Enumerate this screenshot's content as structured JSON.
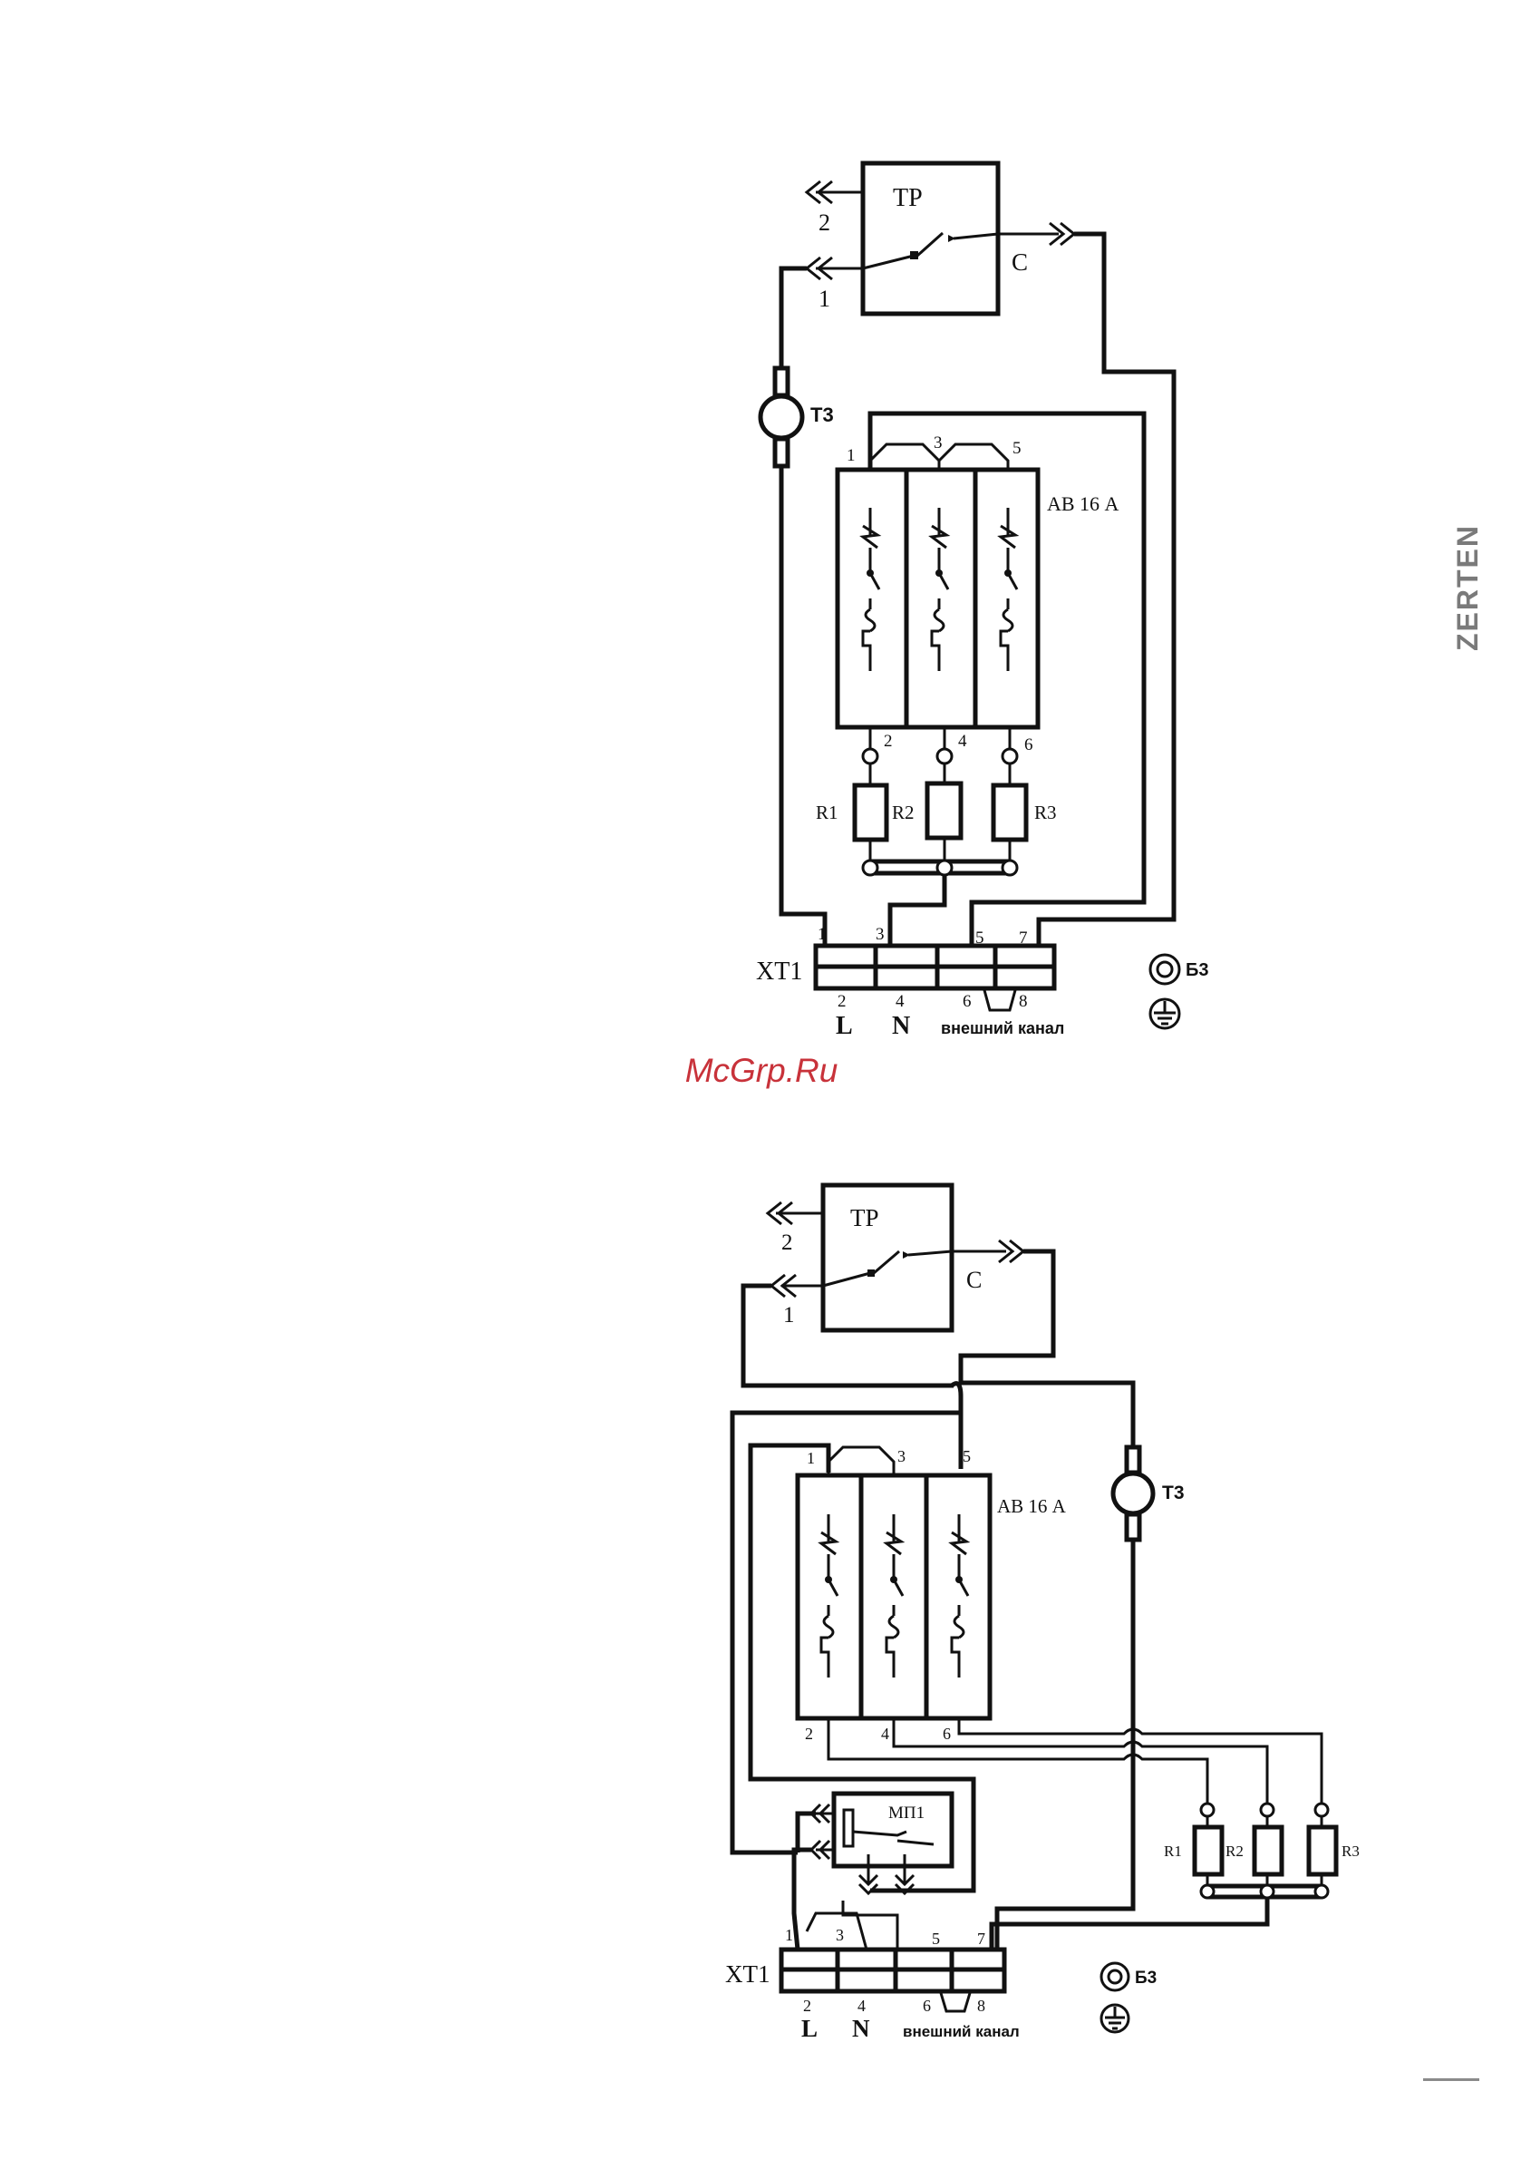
{
  "brand": "ZERTEN",
  "watermark": "McGrp.Ru",
  "diagram_top": {
    "thermostat_label": "ТР",
    "pin_1": "1",
    "pin_2": "2",
    "pin_c": "С",
    "thermal_fuse": "Т3",
    "breaker_label": "АВ 16 А",
    "breaker_in": [
      "1",
      "3",
      "5"
    ],
    "breaker_out": [
      "2",
      "4",
      "6"
    ],
    "heaters": [
      "R1",
      "R2",
      "R3"
    ],
    "terminal_label": "ХТ1",
    "terminal_top": [
      "1",
      "3",
      "5",
      "7"
    ],
    "terminal_bottom": [
      "2",
      "4",
      "6",
      "8"
    ],
    "line_l": "L",
    "line_n": "N",
    "external_channel": "внешний канал",
    "safety_valve": "Б3"
  },
  "diagram_bottom": {
    "thermostat_label": "ТР",
    "pin_1": "1",
    "pin_2": "2",
    "pin_c": "С",
    "thermal_fuse": "Т3",
    "breaker_label": "АВ 16 А",
    "breaker_in": [
      "1",
      "3",
      "5"
    ],
    "breaker_out": [
      "2",
      "4",
      "6"
    ],
    "relay_label": "МП1",
    "heaters": [
      "R1",
      "R2",
      "R3"
    ],
    "terminal_label": "ХТ1",
    "terminal_top": [
      "1",
      "3",
      "5",
      "7"
    ],
    "terminal_bottom": [
      "2",
      "4",
      "6",
      "8"
    ],
    "line_l": "L",
    "line_n": "N",
    "external_channel": "внешний канал",
    "safety_valve": "Б3"
  }
}
